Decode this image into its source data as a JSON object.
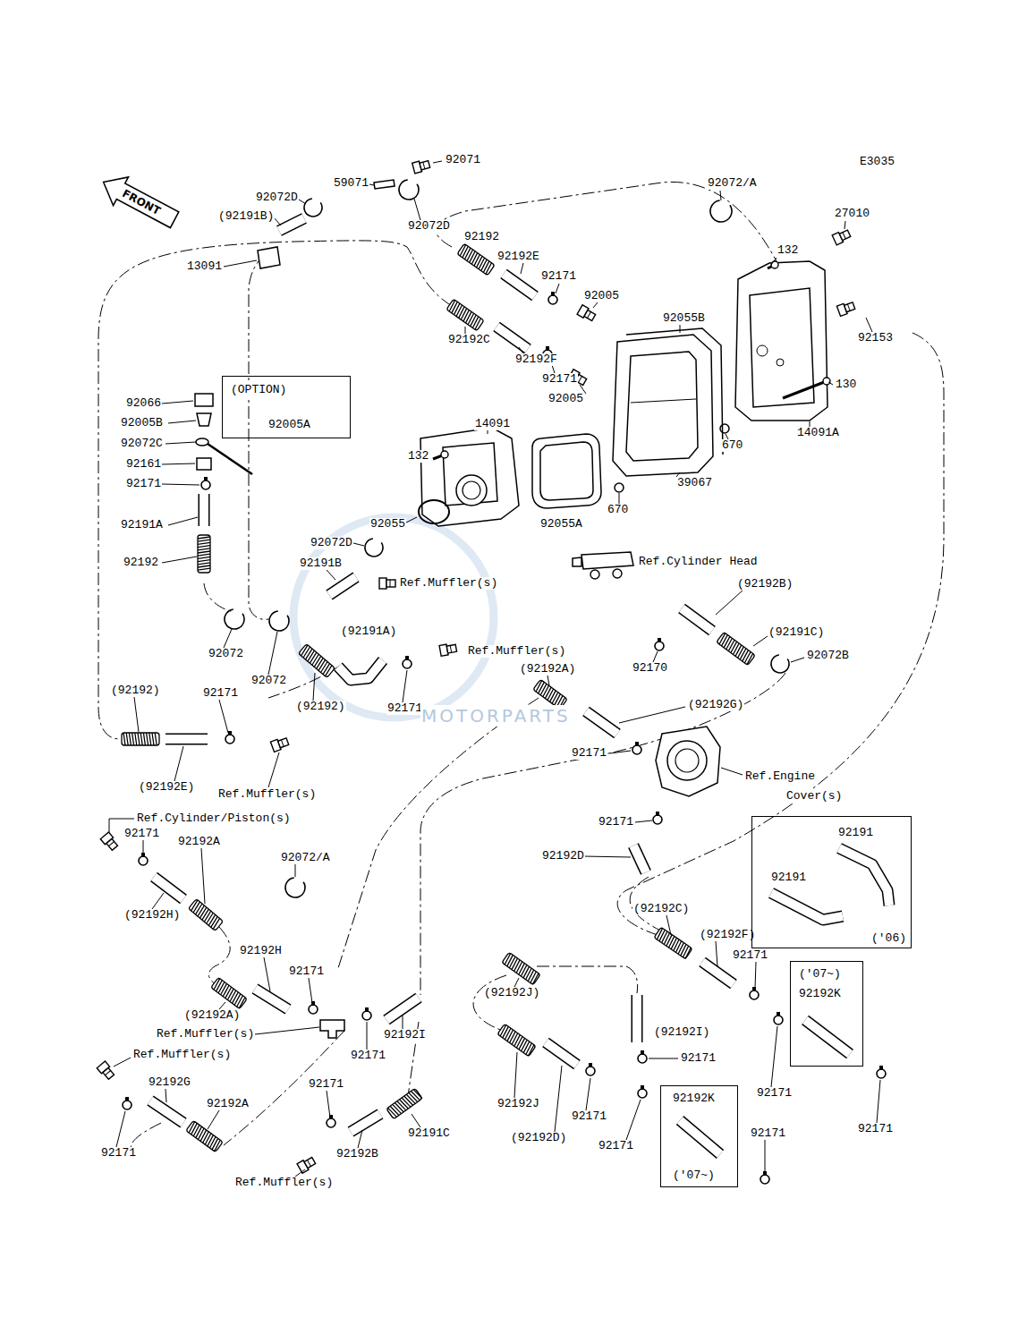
{
  "diagram": {
    "nodes": [
      {
        "text": [
          "(OPTION)",
          "92005A"
        ]
      },
      {
        "text": [
          "92191",
          "92191",
          "('06)"
        ]
      },
      {
        "text": [
          "('07~)",
          "92192K"
        ]
      },
      {
        "text": [
          "92192K",
          "('07~)"
        ]
      }
    ],
    "labels": [
      "E3035",
      "FRONT",
      "92071",
      "59071",
      "92072D",
      "(92191B)",
      "92072D",
      "92072/A",
      "27010",
      "13091",
      "92192",
      "92192E",
      "132",
      "92171",
      "92005",
      "92055B",
      "92153",
      "92192C",
      "92192F",
      "92066",
      "92005B",
      "92171",
      "92005",
      "130",
      "14091",
      "14091A",
      "670",
      "92072C",
      "132",
      "92161",
      "92171",
      "39067",
      "670",
      "92191A",
      "92055",
      "92055A",
      "92072D",
      "Ref.Cylinder Head",
      "92192",
      "92191B",
      "Ref.Muffler(s)",
      "(92192B)",
      "(92191A)",
      "(92191C)",
      "92170",
      "Ref.Muffler(s)",
      "92072",
      "92072B",
      "(92192A)",
      "92072",
      "(92192)",
      "92171",
      "(92192)",
      "92171",
      "(92192G)",
      "MOTORPARTS",
      "92171",
      "Ref.Engine",
      "Cover(s)",
      "(92192E)",
      "Ref.Muffler(s)",
      "Ref.Cylinder/Piston(s)",
      "92171",
      "92171",
      "92192A",
      "92192D",
      "92072/A",
      "(92192H)",
      "(92192C)",
      "(92192F)",
      "92171",
      "92192H",
      "92171",
      "(92192J)",
      "92192I",
      "(92192I)",
      "92171",
      "(92192A)",
      "Ref.Muffler(s)",
      "92171",
      "Ref.Muffler(s)",
      "92192G",
      "92192A",
      "92171",
      "92192J",
      "92191C",
      "(92192D)",
      "92171",
      "92171",
      "92171",
      "92192B",
      "92171",
      "Ref.Muffler(s)",
      "92171",
      "92171"
    ]
  }
}
